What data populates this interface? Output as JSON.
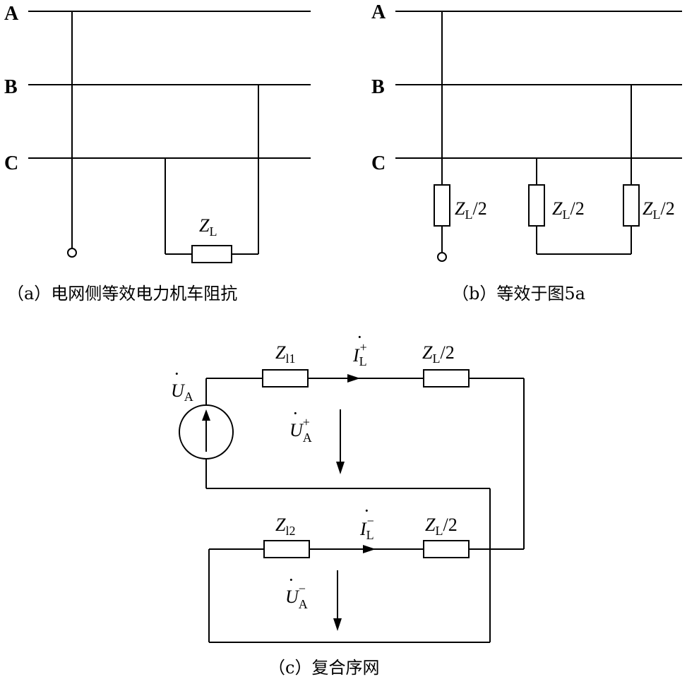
{
  "labels": {
    "bus_a": "A",
    "bus_b": "B",
    "bus_c": "C",
    "z_main": "Z",
    "sub_L": "L",
    "half": "/2",
    "sub_l1": "l1",
    "sub_l2": "l2",
    "voltage": "U",
    "sub_A": "A",
    "current": "I",
    "plus": "+",
    "minus": "−"
  },
  "captions": {
    "a": "（a）电网侧等效电力机车阻抗",
    "b": "（b）等效于图5a",
    "c": "（c）复合序网"
  }
}
